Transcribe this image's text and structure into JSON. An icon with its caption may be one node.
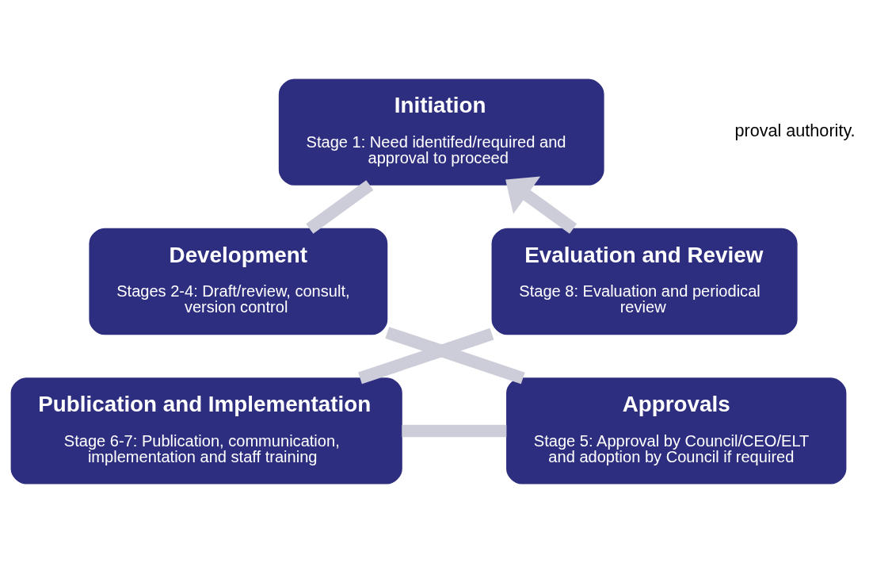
{
  "diagram": {
    "nodes": [
      {
        "text": [
          "Initiation",
          "Stage 1: Need identifed/required and approval to proceed"
        ]
      },
      {
        "text": [
          "Development",
          "Stages 2-4: Draft/review, consult, version control"
        ]
      },
      {
        "text": [
          "Approvals",
          "Stage 5: Approval by Council/CEO/ELT and adoption by Council if required"
        ]
      },
      {
        "text": [
          "Publication and Implementation",
          "Stage 6-7: Publication, communication, implementation and staff training"
        ]
      },
      {
        "text": [
          "Evaluation and Review",
          "Stage 8: Evaluation and periodical review"
        ]
      }
    ],
    "edges": [
      {
        "from": 0,
        "to": 1,
        "arrow": "none"
      },
      {
        "from": 1,
        "to": 2,
        "arrow": "none"
      },
      {
        "from": 2,
        "to": 3,
        "arrow": "none"
      },
      {
        "from": 3,
        "to": 4,
        "arrow": "none"
      },
      {
        "from": 4,
        "to": 0,
        "arrow": "to"
      }
    ],
    "labels": [
      "proval authority."
    ]
  }
}
